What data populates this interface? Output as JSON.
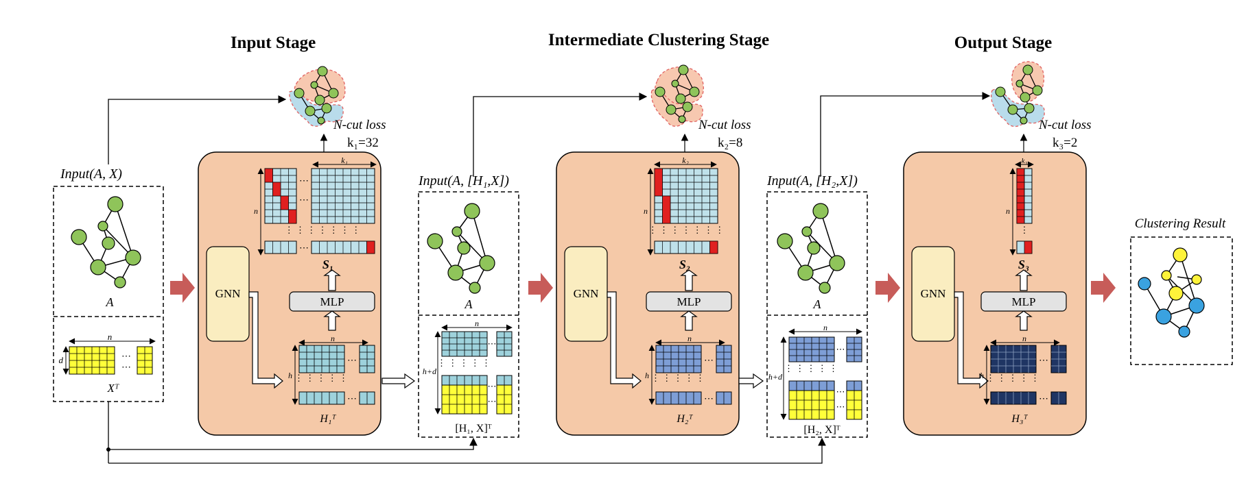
{
  "stages": {
    "input_title": "Input Stage",
    "intermediate_title": "Intermediate Clustering Stage",
    "output_title": "Output Stage"
  },
  "inputs": {
    "input1_label": "Input(A, X)",
    "input2_label": "Input(A, [H₁,X])",
    "input3_label": "Input(A, [H₂,X])",
    "adjacency_label": "A",
    "feature_label": "Xᵀ",
    "concat1_label": "[H₁, X]ᵀ",
    "concat2_label": "[H₂, X]ᵀ",
    "dim_n": "n",
    "dim_d": "d",
    "dim_h": "h",
    "dim_hd": "h+d"
  },
  "modules": {
    "gnn_label": "GNN",
    "mlp_label": "MLP",
    "embed1_label": "H₁ᵀ",
    "embed2_label": "H₂ᵀ",
    "embed3_label": "H₃ᵀ",
    "assign1_label": "S₁",
    "assign2_label": "S₂",
    "assign3_label": "S₃",
    "dim_k1": "k₁",
    "dim_k2": "k₂",
    "dim_k3": "k₃"
  },
  "losses": {
    "loss_label": "N-cut loss",
    "k1_text": "k₁=32",
    "k2_text": "k₂=8",
    "k3_text": "k₃=2"
  },
  "result": {
    "label": "Clustering Result"
  },
  "colors": {
    "panel_fill": "#f5c9a8",
    "gnn_fill": "#faedc0",
    "mlp_fill": "#e3e3e3",
    "node_green": "#8fc45a",
    "node_yellow": "#fef33a",
    "node_blue": "#3aa2e0",
    "matrix_light_blue": "#bfe1ea",
    "matrix_teal": "#9ed2dc",
    "matrix_mid_blue": "#7e9ed6",
    "matrix_dark_navy": "#1f3563",
    "feature_yellow": "#ffff3a",
    "assign_red": "#e02020",
    "big_arrow": "#c75c59",
    "cluster_red_fill": "#f7c8b0",
    "cluster_blue_fill": "#b9dceb"
  }
}
